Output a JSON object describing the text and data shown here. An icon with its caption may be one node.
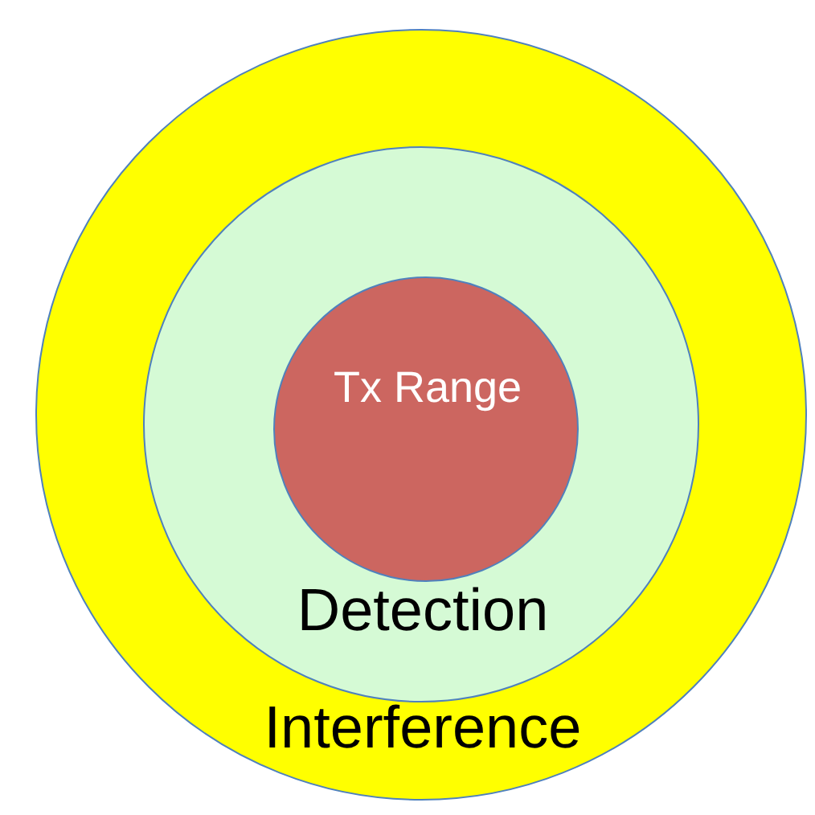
{
  "diagram": {
    "nodes": [
      {
        "text": [
          "Interference"
        ]
      },
      {
        "text": [
          "Detection"
        ],
        "in": 0
      },
      {
        "text": [
          "Tx Range"
        ],
        "in": 1
      }
    ]
  }
}
